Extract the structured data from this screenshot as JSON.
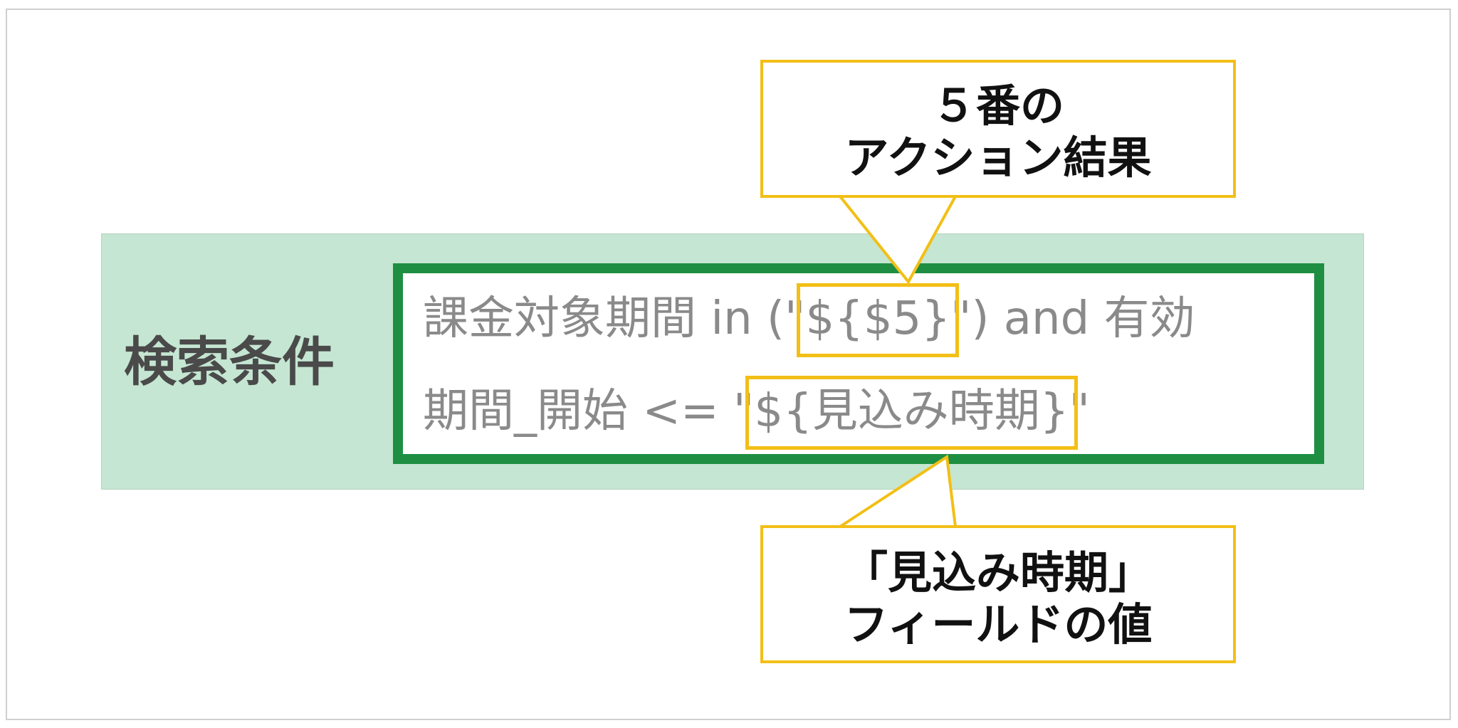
{
  "form": {
    "label": "検索条件",
    "query": {
      "line1": {
        "before": "課金対象期間 in (\"",
        "token": "${$5}",
        "after": "\") and 有効"
      },
      "line2": {
        "before": "期間_開始 <= \"",
        "token": "${見込み時期}",
        "after": "\""
      }
    }
  },
  "callouts": {
    "top": {
      "line1": "５番の",
      "line2": "アクション結果"
    },
    "bottom": {
      "line1": "「見込み時期」",
      "line2": "フィールドの値"
    }
  },
  "colors": {
    "row_background": "#c5e6d2",
    "input_border": "#1e8f42",
    "highlight": "#f2bf16",
    "query_text": "#8a8a8a",
    "label_text": "#4a4a4a"
  }
}
